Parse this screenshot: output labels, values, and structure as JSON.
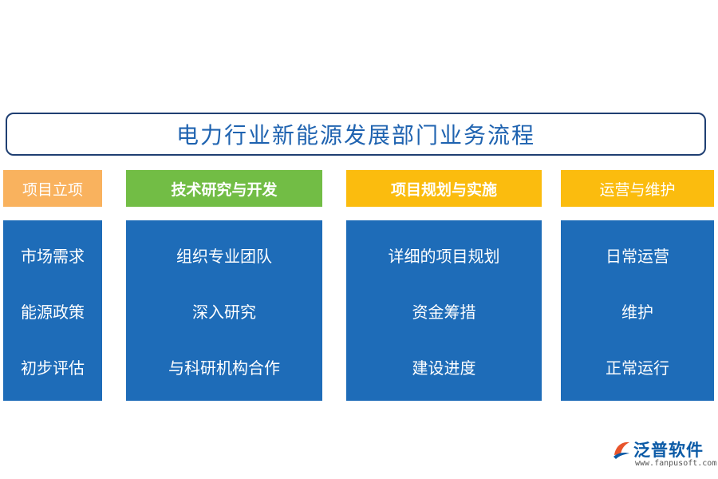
{
  "title": "电力行业新能源发展部门业务流程",
  "columns": [
    {
      "header": "项目立项",
      "header_color": "#f9b25e",
      "items": [
        "市场需求",
        "能源政策",
        "初步评估"
      ]
    },
    {
      "header": "技术研究与开发",
      "header_color": "#72bd45",
      "items": [
        "组织专业团队",
        "深入研究",
        "与科研机构合作"
      ]
    },
    {
      "header": "项目规划与实施",
      "header_color": "#fbbc0e",
      "items": [
        "详细的项目规划",
        "资金筹措",
        "建设进度"
      ]
    },
    {
      "header": "运营与维护",
      "header_color": "#fbbc0e",
      "items": [
        "日常运营",
        "维护",
        "正常运行"
      ]
    }
  ],
  "body_color": "#1e6cb8",
  "logo": {
    "name": "泛普软件",
    "url": "www.fanpusoft.com",
    "icon": "fanpu-logo-icon"
  }
}
